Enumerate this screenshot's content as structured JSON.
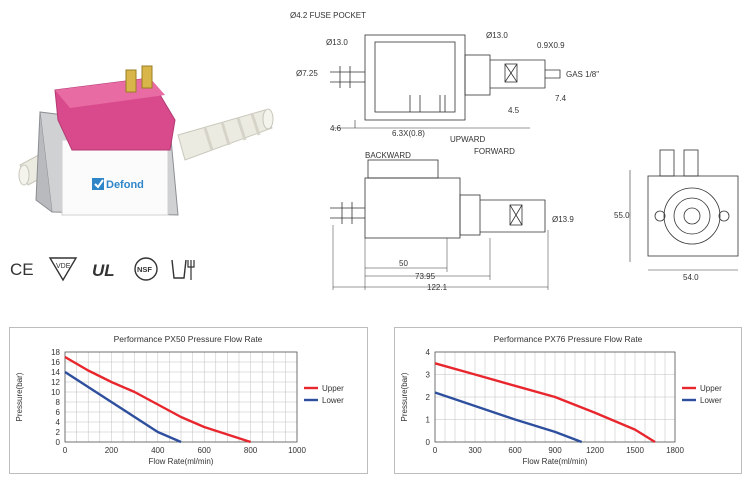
{
  "brand": {
    "name": "Defond"
  },
  "certifications": [
    {
      "name": "ce-mark-icon",
      "text": "CE"
    },
    {
      "name": "vde-mark-icon",
      "text": "VDE"
    },
    {
      "name": "ul-mark-icon",
      "text": "UL"
    },
    {
      "name": "nsf-mark-icon",
      "text": "NSF"
    },
    {
      "name": "food-safe-icon",
      "text": ""
    }
  ],
  "drawing": {
    "fuse_pocket": "Ø4.2 FUSE POCKET",
    "d13_left": "Ø13.0",
    "d13_right": "Ø13.0",
    "d725": "Ø7.25",
    "d09": "0.9X0.9",
    "gas": "GAS 1/8\"",
    "d46": "4.6",
    "d63": "6.3X(0.8)",
    "d45": "4.5",
    "d74": "7.4",
    "upward": "UPWARD",
    "forward": "FORWARD",
    "backward": "BACKWARD",
    "d139": "Ø13.9",
    "d50": "50",
    "d7395": "73.95",
    "d1221": "122.1",
    "d550": "55.0",
    "d540": "54.0"
  },
  "colors": {
    "upper": "#e8262d",
    "lower": "#2e4f9e",
    "grid": "#bfbfbf",
    "pink": "#d94a8c"
  },
  "chart_data": [
    {
      "type": "line",
      "title": "Performance PX50 Pressure Flow Rate",
      "xlabel": "Flow Rate(ml/min)",
      "ylabel": "Pressure(bar)",
      "xlim": [
        0,
        1000
      ],
      "ylim": [
        0,
        18
      ],
      "xticks": [
        "0",
        "200",
        "400",
        "600",
        "800",
        "1000"
      ],
      "yticks": [
        "0",
        "2",
        "4",
        "6",
        "8",
        "10",
        "12",
        "14",
        "16",
        "18"
      ],
      "legend_position": "right",
      "grid": true,
      "series": [
        {
          "name": "Upper",
          "color": "#e8262d",
          "x": [
            0,
            100,
            200,
            300,
            400,
            500,
            600,
            700,
            800
          ],
          "y": [
            17,
            14.3,
            12,
            10,
            7.5,
            5,
            3,
            1.5,
            0
          ]
        },
        {
          "name": "Lower",
          "color": "#2e4f9e",
          "x": [
            0,
            100,
            200,
            300,
            400,
            500
          ],
          "y": [
            14,
            11,
            8,
            5,
            2,
            0
          ]
        }
      ]
    },
    {
      "type": "line",
      "title": "Performance PX76 Pressure Flow Rate",
      "xlabel": "Flow Rate(ml/min)",
      "ylabel": "Pressure(bar)",
      "xlim": [
        0,
        1800
      ],
      "ylim": [
        0,
        4
      ],
      "xticks": [
        "0",
        "300",
        "600",
        "900",
        "1200",
        "1500",
        "1800"
      ],
      "yticks": [
        "0",
        "1",
        "2",
        "3",
        "4"
      ],
      "legend_position": "right",
      "grid": true,
      "series": [
        {
          "name": "Upper",
          "color": "#e8262d",
          "x": [
            0,
            300,
            600,
            900,
            1200,
            1500,
            1650
          ],
          "y": [
            3.5,
            3.0,
            2.5,
            2.0,
            1.3,
            0.55,
            0
          ]
        },
        {
          "name": "Lower",
          "color": "#2e4f9e",
          "x": [
            0,
            300,
            600,
            900,
            1100
          ],
          "y": [
            2.2,
            1.6,
            1.0,
            0.45,
            0
          ]
        }
      ]
    }
  ]
}
